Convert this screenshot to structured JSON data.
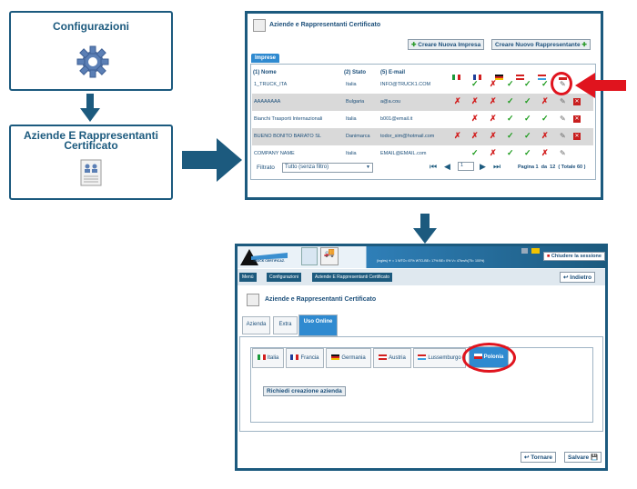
{
  "config_box": {
    "title": "Configurazioni",
    "icon": "gear-icon"
  },
  "aziende_box": {
    "title_line1": "Aziende E Rappresentanti",
    "title_line2": "Certificato",
    "icon": "document-icon"
  },
  "list_panel": {
    "title": "Aziende e Rappresentanti Certificato",
    "btn_new_company": "Creare Nuova Impresa",
    "btn_new_rep": "Creare Nuovo Rappresentante",
    "tab_imprese": "Imprese",
    "col_name": "(1) Nome",
    "col_state": "(2) Stato",
    "col_email": "(5) E-mail",
    "rows": [
      {
        "name": "1_TRUCK_ITA",
        "state": "Italia",
        "email": "INFO@TRUCK1.COM",
        "marks": [
          "",
          "ok",
          "x",
          "ok",
          "ok",
          "ok"
        ],
        "del": false
      },
      {
        "name": "AAAAAAAA",
        "state": "Bulgaria",
        "email": "a@a.cou",
        "marks": [
          "x",
          "x",
          "x",
          "ok",
          "ok",
          "x"
        ],
        "del": true
      },
      {
        "name": "Bianchi Trasporti Internazionali",
        "state": "Italia",
        "email": "b001@email.it",
        "marks": [
          "",
          "x",
          "x",
          "ok",
          "ok",
          "ok"
        ],
        "del": true
      },
      {
        "name": "BUENO BONITO BARATO SL",
        "state": "Danimarca",
        "email": "todor_sim@hotmail.com",
        "marks": [
          "x",
          "x",
          "x",
          "ok",
          "ok",
          "x"
        ],
        "del": true
      },
      {
        "name": "COMPANY NAME",
        "state": "Italia",
        "email": "EMAIL@EMAIL.com",
        "marks": [
          "",
          "ok",
          "x",
          "ok",
          "ok",
          "x"
        ],
        "del": false
      }
    ],
    "filter_label": "Filtrato",
    "filter_value": "Tutto (senza filtro)",
    "page_select": "1",
    "pagination": "Pagina 1  da  12  ( Totale 60 )"
  },
  "detail_panel": {
    "logo_text": "TRUCK CERTIFICAZ.",
    "status_text": "(Inglès)  ✈ = 1   WTO= 67%   WTO-BE= 17%   BE= 0%   V= 47km/h(75= 100%)",
    "logout": "Chiudere la sessione",
    "crumb1": "Menù",
    "crumb2": "Configurazioni",
    "crumb3": "Aziende E Rappresentanti Certificato",
    "back_btn": "Indietro",
    "title": "Aziende e Rappresentanti Certificato",
    "tabs": [
      "Azienda",
      "Extra",
      "Uso Online"
    ],
    "countries": [
      "Italia",
      "Francia",
      "Germania",
      "Austria",
      "Lussemburgo",
      "Polonia"
    ],
    "request_btn": "Richiedi creazione azienda",
    "back_bottom": "Tornare",
    "save_btn": "Salvare"
  },
  "colors": {
    "navy": "#1c5a7e",
    "highlight": "#e0141e",
    "ok": "#1a9a1a",
    "x": "#d21f1f"
  }
}
